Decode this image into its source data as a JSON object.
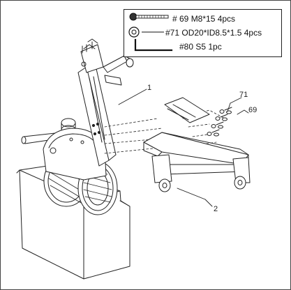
{
  "legend": {
    "items": [
      {
        "icon": "bolt-icon",
        "text": "# 69 M8*15  4pcs"
      },
      {
        "icon": "washer-icon",
        "text": "#71 OD20*ID8.5*1.5  4pcs"
      },
      {
        "icon": "hex-key-icon",
        "text": "#80   S5  1pc"
      }
    ]
  },
  "callouts": {
    "part1": "1",
    "part2": "2",
    "washer": "71",
    "bolt": "69"
  }
}
